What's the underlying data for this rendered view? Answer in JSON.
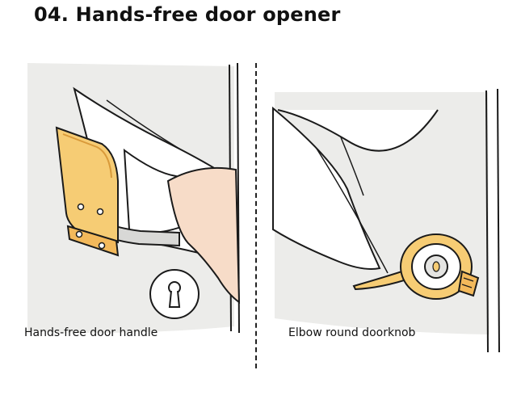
{
  "title": "04. Hands-free door opener",
  "panels": {
    "left": {
      "caption": "Hands-free door handle"
    },
    "right": {
      "caption": "Elbow round doorknob"
    }
  },
  "colors": {
    "brass": "#f6cc74",
    "brass_dark": "#d99a3a",
    "skin": "#f7dcc8",
    "door": "#ececea",
    "sleeve": "#ffffff",
    "ink": "#1a1a1a"
  }
}
